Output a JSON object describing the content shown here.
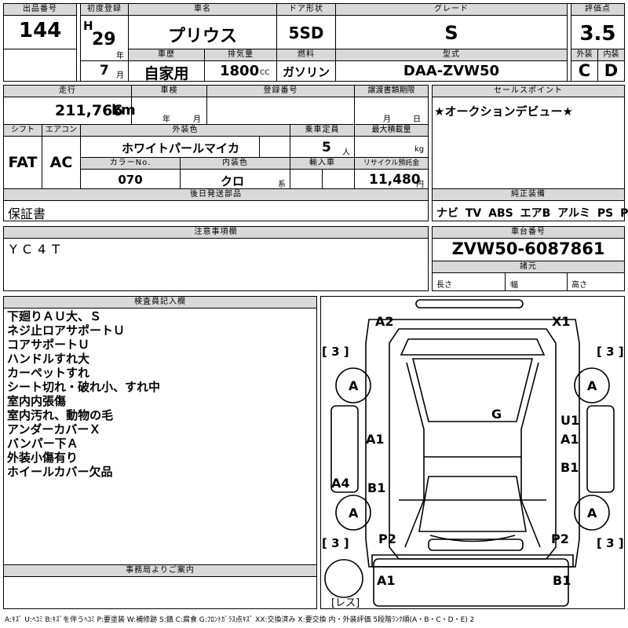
{
  "header": {
    "lot_label": "出品番号",
    "lot_value": "144",
    "first_reg_label": "初度登録",
    "era": "H",
    "year_value": "29",
    "year_unit": "年",
    "month_value": "7",
    "month_unit": "月",
    "car_name_label": "車名",
    "car_name": "プリウス",
    "door_label": "ドア形状",
    "door_value": "5SD",
    "grade_label": "グレード",
    "grade_value": "S",
    "score_label": "評価点",
    "score_value": "3.5",
    "history_label": "車歴",
    "history_value": "自家用",
    "displacement_label": "排気量",
    "displacement_value": "1800",
    "displacement_unit": "CC",
    "fuel_label": "燃料",
    "fuel_value": "ガソリン",
    "model_label": "型式",
    "model_value": "DAA-ZVW50",
    "ext_label": "外装",
    "ext_value": "C",
    "int_label": "内装",
    "int_value": "D"
  },
  "row2": {
    "mileage_label": "走行",
    "mileage_value": "211,766",
    "mileage_unit": "km",
    "inspection_label": "車検",
    "inspection_year_unit": "年",
    "inspection_month_unit": "月",
    "regno_label": "登録番号",
    "transfer_label": "譲渡書類期限",
    "transfer_month_unit": "月",
    "transfer_day_unit": "日",
    "sales_label": "セールスポイント",
    "sales_value": "★オークションデビュー★",
    "shift_label": "シフト",
    "shift_value": "FAT",
    "ac_label": "エアコン",
    "ac_value": "AC",
    "exterior_color_label": "外装色",
    "exterior_color_value": "ホワイトパールマイカ",
    "capacity_label": "乗車定員",
    "capacity_value": "5",
    "capacity_unit": "人",
    "maxload_label": "最大積載量",
    "maxload_unit": "kg",
    "color_no_label": "カラーNo.",
    "color_no_value": "070",
    "interior_color_label": "内装色",
    "interior_color_value": "クロ",
    "interior_color_unit": "系",
    "import_label": "輸入車",
    "recycle_label": "リサイクル預託金",
    "recycle_value": "11,480",
    "recycle_unit": "円",
    "later_label": "後日発送部品",
    "later_value": "保証書",
    "equip_label": "純正装備",
    "equip_value": "ナビ TV ABS エアB アルミ PS PW"
  },
  "notes_section": {
    "caution_label": "注意事項欄",
    "caution_value": "YC4T",
    "chassis_label": "車台番号",
    "chassis_value": "ZVW50-6087861",
    "spec_label": "諸元",
    "length_label": "長さ",
    "width_label": "幅",
    "height_label": "高さ"
  },
  "inspector": {
    "label": "検査員記入欄",
    "lines": [
      "下廻りＡＵ大、Ｓ",
      "ネジ止ロアサポートＵ",
      "コアサポートＵ",
      "ハンドルすれ大",
      "カーペットすれ",
      "シート切れ・破れ小、すれ中",
      "室内内張傷",
      "室内汚れ、動物の毛",
      "アンダーカバーＸ",
      "バンパー下Ａ",
      "外装小傷有り",
      "ホイールカバー欠品"
    ],
    "office_label": "事務局よりご案内"
  },
  "diagram": {
    "marks": [
      "A2",
      "X1",
      "G",
      "U1",
      "A1",
      "A1",
      "B1",
      "A4",
      "B1",
      "P2",
      "P2",
      "A1",
      "B1",
      "A",
      "A",
      "A",
      "A"
    ],
    "tire_marks": [
      "[ 3 ]",
      "[ 3 ]",
      "[ 3 ]",
      "[ 3 ]"
    ],
    "spare_label": "[レス]"
  },
  "footer": {
    "legend": "A:ｷｽﾞ U:ﾍｺﾐ B:ｷｽﾞを伴うﾍｺﾐ P:要塗装 W:補修跡 S:錆 C:腐食 G:ﾌﾛﾝﾄｶﾞﾗｽ点ｷｽﾞ XX:交換済み X:要交換  内・外装評価 5段階ﾗﾝｸ順(A・B・C・D・E) 2"
  }
}
